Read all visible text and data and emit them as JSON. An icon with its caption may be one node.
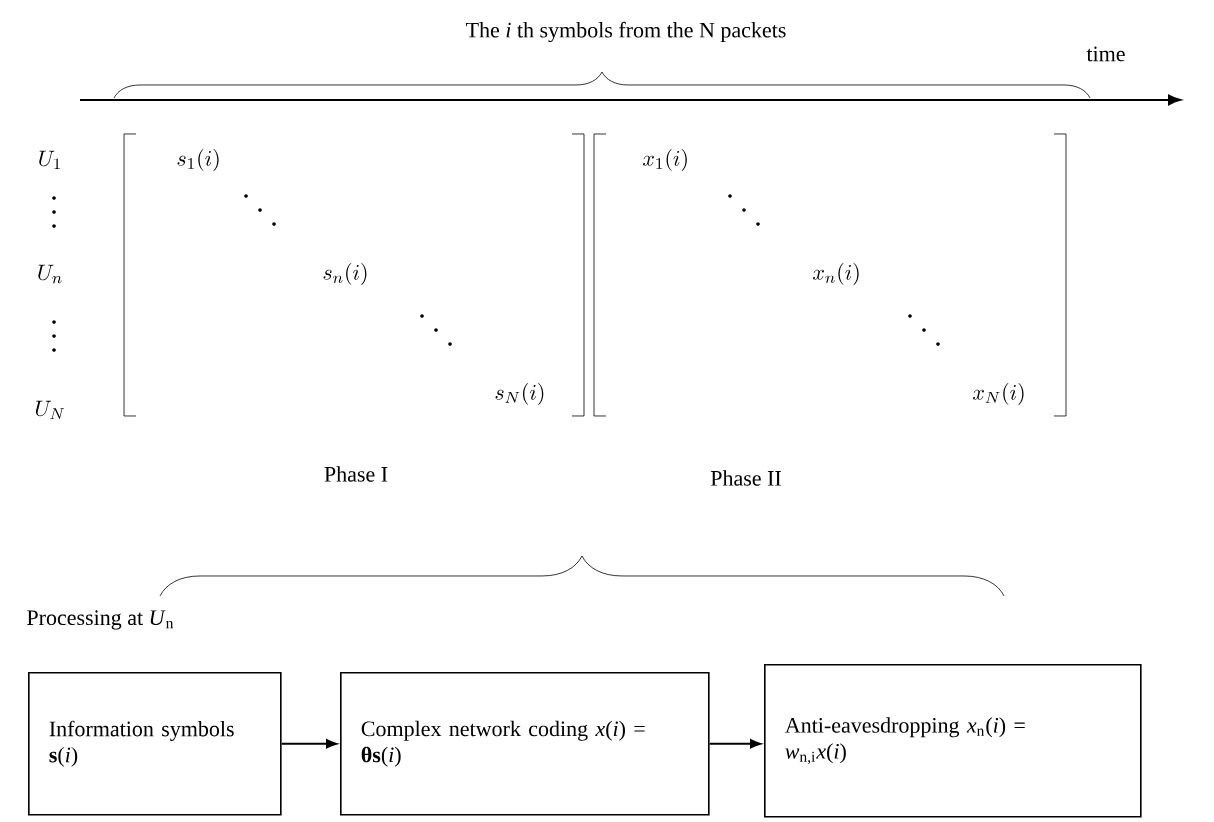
{
  "diagram": {
    "nodes": [
      {
        "text": [
          "Information symbols **s**(*i*)"
        ]
      },
      {
        "text": [
          "Complex network coding *x*(*i*) = **θs**(*i*)"
        ]
      },
      {
        "text": [
          "Anti-eavesdropping *x*$_{n}$(*i*) = *w*$_{n,i}$*x*(*i*)"
        ]
      }
    ],
    "edges": [
      {
        "from": 0,
        "to": 1,
        "arrow": "to"
      },
      {
        "from": 1,
        "to": 2,
        "arrow": "to"
      }
    ],
    "labels": [
      "The *i* th symbols from the N packets",
      "time",
      "U_1",
      "s_1(i)",
      "x_1(i)",
      "U_n",
      "s_n(i)",
      "x_n(i)",
      "U_N",
      "s_N(i)",
      "x_N(i)",
      "Phase I",
      "Phase II",
      "Processing at *U*$_{n}$"
    ]
  }
}
